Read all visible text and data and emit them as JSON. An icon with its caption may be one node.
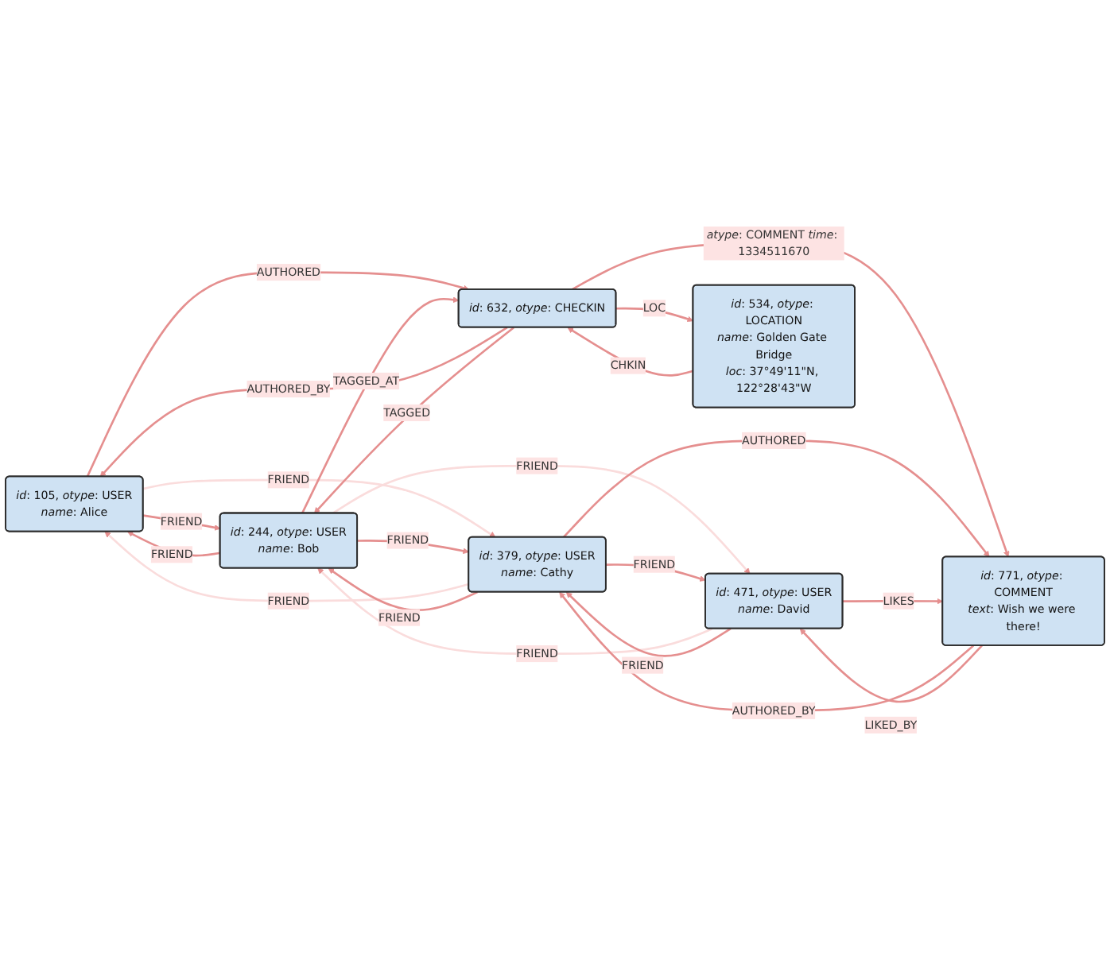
{
  "diagram": {
    "nodes": [
      {
        "text": [
          "*id*: 105, *otype*: USER",
          "*name*: Alice"
        ]
      },
      {
        "text": [
          "*id*: 244, *otype*: USER",
          "*name*: Bob"
        ]
      },
      {
        "text": [
          "*id*: 379, *otype*: USER",
          "*name*: Cathy"
        ]
      },
      {
        "text": [
          "*id*: 471, *otype*: USER",
          "*name*: David"
        ]
      },
      {
        "text": [
          "*id*: 534, *otype*: LOCATION",
          "*name*: Golden Gate Bridge",
          "*loc*: 37°49'11\"N, 122°28'43\"W"
        ]
      },
      {
        "text": [
          "*id*: 632, *otype*: CHECKIN"
        ]
      },
      {
        "text": [
          "*id*: 771, *otype*: COMMENT",
          "*text*: Wish we were there!"
        ]
      }
    ],
    "edges": [
      {
        "from": 1,
        "to": 0,
        "arrow": "to",
        "label": "FRIEND"
      },
      {
        "from": 0,
        "to": 1,
        "arrow": "to",
        "label": "FRIEND"
      },
      {
        "from": 2,
        "to": 0,
        "arrow": "to",
        "label": "FRIEND",
        "color": "#fadcdc"
      },
      {
        "from": 0,
        "to": 2,
        "arrow": "to",
        "label": "FRIEND",
        "color": "#fadcdc"
      },
      {
        "from": 2,
        "to": 1,
        "arrow": "to",
        "label": "FRIEND"
      },
      {
        "from": 1,
        "to": 2,
        "arrow": "to",
        "label": "FRIEND"
      },
      {
        "from": 3,
        "to": 1,
        "arrow": "to",
        "label": "FRIEND",
        "color": "#fadcdc"
      },
      {
        "from": 1,
        "to": 3,
        "arrow": "to",
        "label": "FRIEND",
        "color": "#fadcdc"
      },
      {
        "from": 3,
        "to": 2,
        "arrow": "to",
        "label": "FRIEND"
      },
      {
        "from": 2,
        "to": 3,
        "arrow": "to",
        "label": "FRIEND"
      },
      {
        "from": 5,
        "to": 0,
        "arrow": "to",
        "label": "AUTHORED_BY"
      },
      {
        "from": 0,
        "to": 5,
        "arrow": "to",
        "label": "AUTHORED"
      },
      {
        "from": 5,
        "to": 1,
        "arrow": "to",
        "label": "TAGGED"
      },
      {
        "from": 1,
        "to": 5,
        "arrow": "to",
        "label": "TAGGED_AT"
      },
      {
        "from": 5,
        "to": 4,
        "arrow": "to",
        "label": "LOC"
      },
      {
        "from": 4,
        "to": 5,
        "arrow": "to",
        "label": "CHKIN"
      },
      {
        "from": 5,
        "to": 6,
        "arrow": "to",
        "label": "*atype*: COMMENT *time*: 1334511670"
      },
      {
        "from": 6,
        "to": 2,
        "arrow": "to",
        "label": "AUTHORED_BY"
      },
      {
        "from": 2,
        "to": 6,
        "arrow": "to",
        "label": "AUTHORED"
      },
      {
        "from": 6,
        "to": 3,
        "arrow": "to",
        "label": "LIKED_BY"
      },
      {
        "from": 3,
        "to": 6,
        "arrow": "to",
        "label": "LIKES"
      }
    ]
  }
}
